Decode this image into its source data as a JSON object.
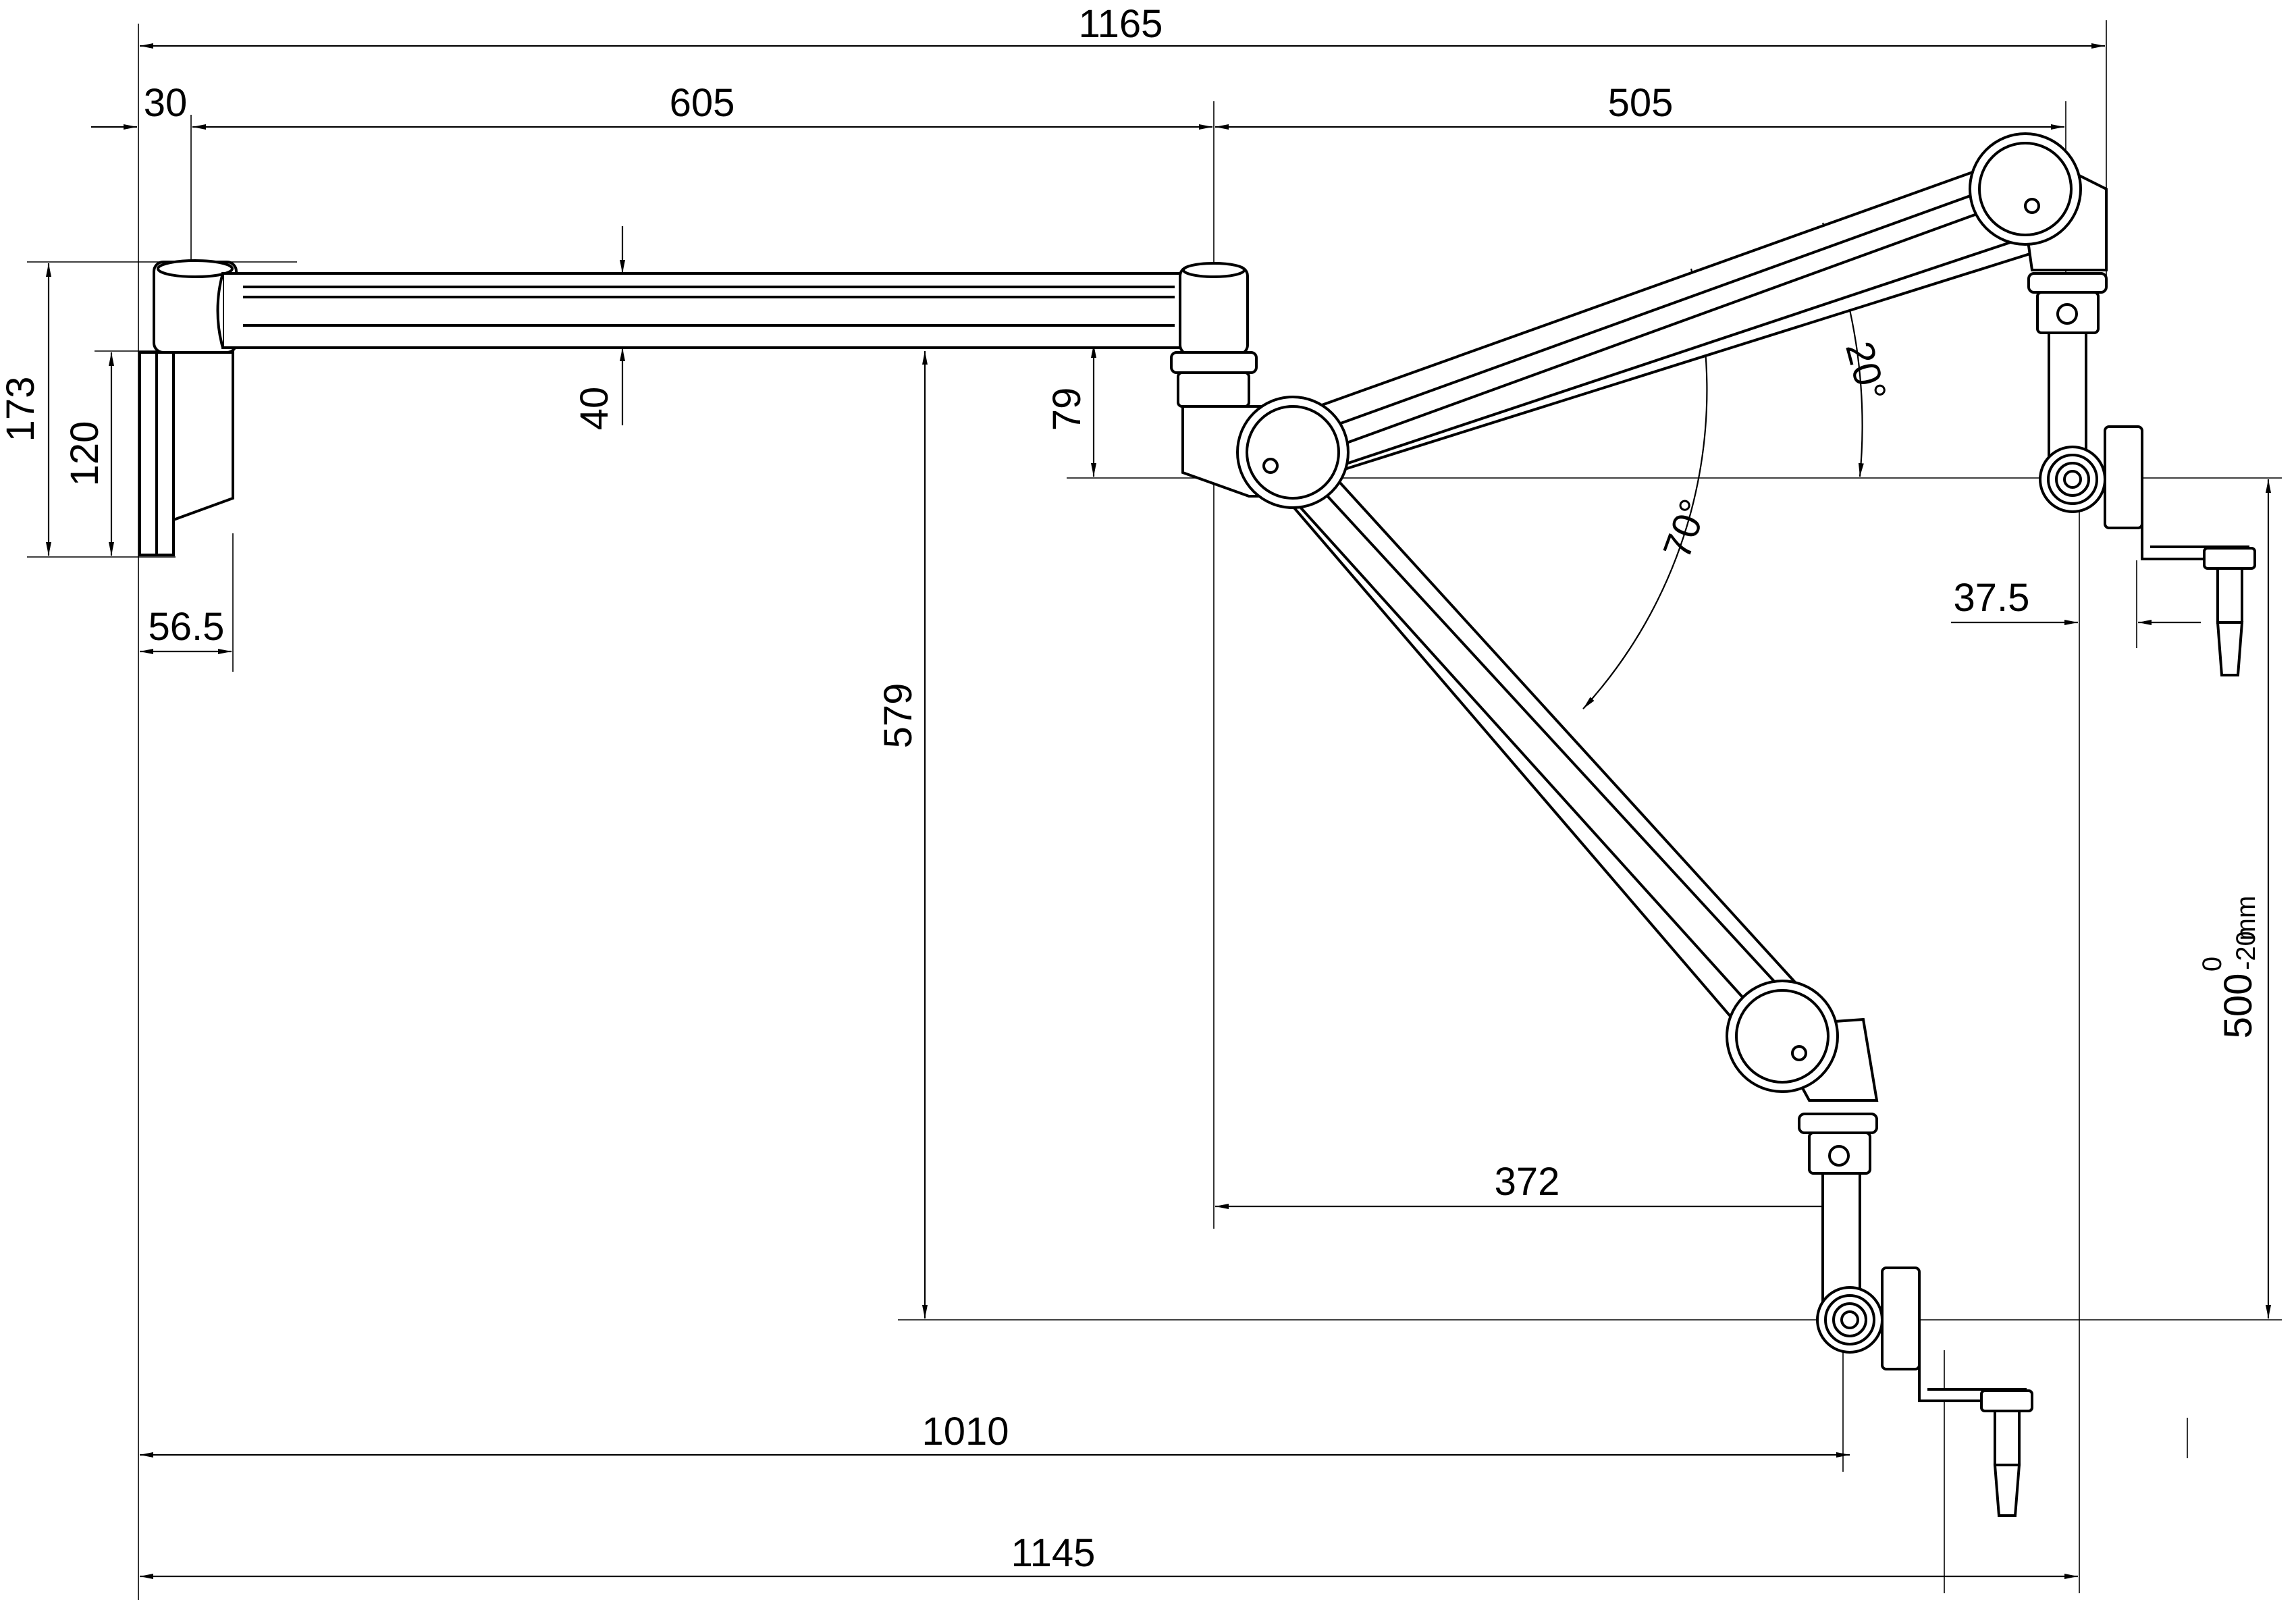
{
  "dimensions": {
    "total_top": "1165",
    "base_offset": "30",
    "upper_arm": "605",
    "forearm_reach": "505",
    "base_height": "173",
    "plate_height": "120",
    "arm_height": "40",
    "elbow_drop": "79",
    "plate_depth": "56.5",
    "vertical_reach": "579",
    "lower_reach": "372",
    "horizontal_low": "1010",
    "horizontal_total": "1145",
    "head_offset": "37.5",
    "angle_upper": "20°",
    "angle_lower": "70°",
    "travel_main": "500",
    "travel_tol_upper": "0",
    "travel_tol_lower": "-20",
    "travel_unit": "mm"
  }
}
